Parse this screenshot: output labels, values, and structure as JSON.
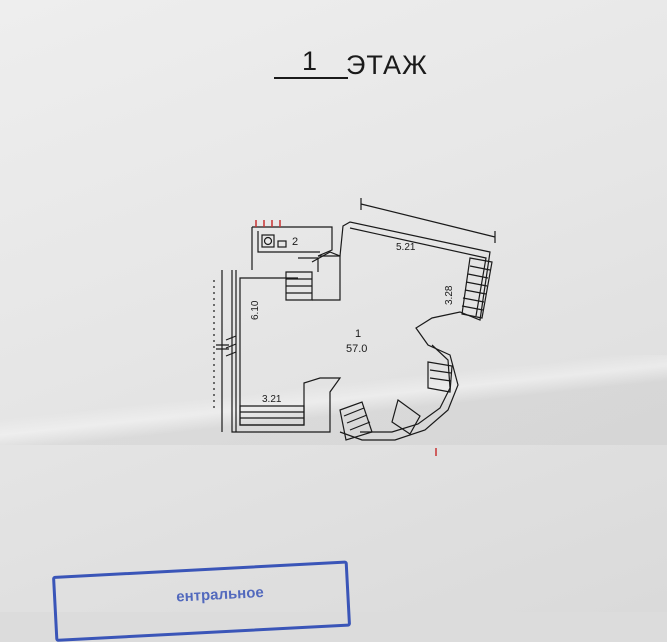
{
  "plan": {
    "floor_number": "1",
    "floor_word": "ЭТАЖ",
    "dim_top": "5.21",
    "dim_right": "3.28",
    "dim_left": "6.10",
    "dim_bottom": "3.21",
    "room_small_number": "2",
    "room_main_number": "1",
    "room_main_area": "57.0"
  },
  "stamp": {
    "text": "ентральное"
  },
  "colors": {
    "ink": "#1a1a1a",
    "stamp": "#3a55b8",
    "red_mark": "#c83232"
  }
}
